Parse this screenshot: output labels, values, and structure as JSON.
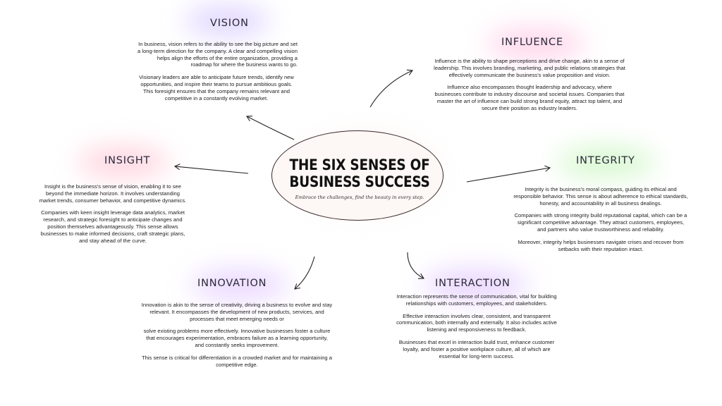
{
  "center": {
    "title_line1": "THE SIX SENSES OF",
    "title_line2": "BUSINESS SUCCESS",
    "subtitle": "Embrace the challenges, find the beauty in every step."
  },
  "vision": {
    "title": "VISION",
    "p1": "In business, vision refers to the ability to see the big picture and set a long-term direction for the company. A clear and compelling vision helps align the efforts of the entire organization, providing a roadmap for where the business wants to go.",
    "p2": "Visionary leaders are able to anticipate future trends, identify new opportunities, and inspire their teams to pursue ambitious goals. This foresight ensures that the company remains relevant and competitive in a constantly evolving market."
  },
  "influence": {
    "title": "INFLUENCE",
    "p1": "Influence is the ability to shape perceptions and drive change, akin to a sense of leadership. This involves branding, marketing, and public relations strategies that effectively communicate the business's value proposition and vision.",
    "p2": "Influence also encompasses thought leadership and advocacy, where businesses contribute to industry discourse and societal issues. Companies that master the art of influence can build strong brand equity, attract top talent, and secure their position as industry leaders."
  },
  "insight": {
    "title": "INSIGHT",
    "p1": "Insight is the business's sense of vision, enabling it to see beyond the immediate horizon. It involves understanding market trends, consumer behavior, and competitive dynamics.",
    "p2": "Companies with keen insight leverage data analytics, market research, and strategic foresight to anticipate changes and position themselves advantageously. This sense allows businesses to make informed decisions, craft strategic plans, and stay ahead of the curve."
  },
  "integrity": {
    "title": "INTEGRITY",
    "p1": "Integrity is the business's moral compass, guiding its ethical and responsible behavior. This sense is about adherence to ethical standards, honesty, and accountability in all business dealings.",
    "p2": "Companies with strong integrity build reputational capital, which can be a significant competitive advantage. They attract customers, employees, and partners who value trustworthiness and reliability.",
    "p3": "Moreover, integrity helps businesses navigate crises and recover from setbacks with their reputation intact."
  },
  "innovation": {
    "title": "INNOVATION",
    "p1": "Innovation is akin to the sense of creativity, driving a business to evolve and stay relevant. It encompasses the development of new products, services, and processes that meet emerging needs or",
    "p2": "solve existing problems more effectively. Innovative businesses foster a culture that encourages experimentation, embraces failure as a learning opportunity, and constantly seeks improvement.",
    "p3": "This sense is critical for differentiation in a crowded market and for maintaining a competitive edge."
  },
  "interaction": {
    "title": "INTERACTION",
    "p1": "Interaction represents the sense of communication, vital for building relationships with customers, employees, and stakeholders.",
    "p2": "Effective interaction involves clear, consistent, and transparent communication, both internally and externally. It also includes active listening and responsiveness to feedback.",
    "p3": "Businesses that excel in interaction build trust, enhance customer loyalty, and foster a positive workplace culture, all of which are essential for long-term success."
  }
}
